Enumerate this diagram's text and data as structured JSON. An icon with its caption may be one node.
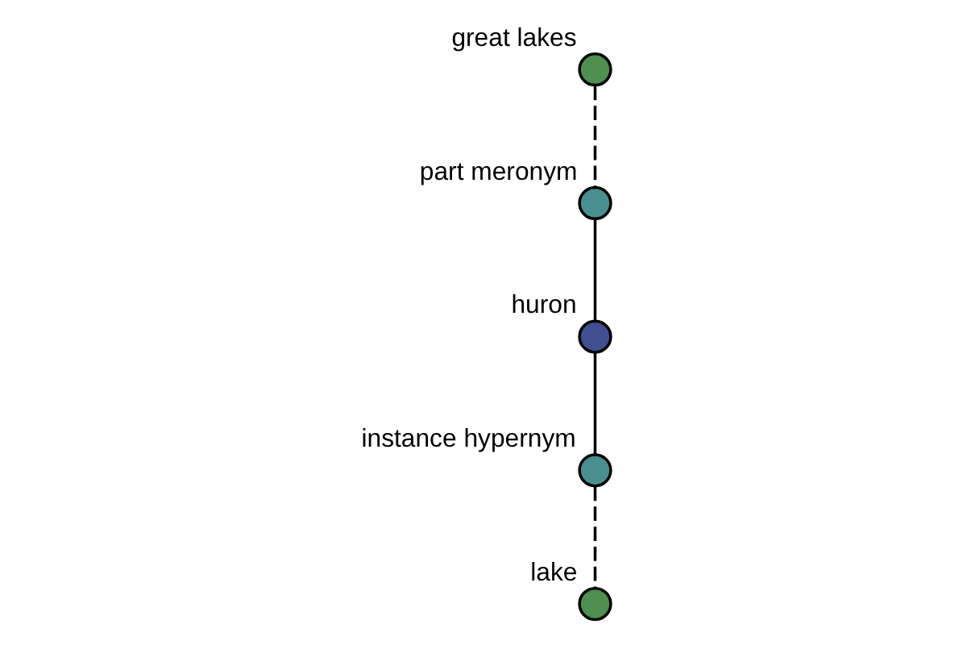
{
  "diagram": {
    "nodes": [
      {
        "text": [
          "great lakes"
        ]
      },
      {
        "text": [
          "part meronym"
        ]
      },
      {
        "text": [
          "huron"
        ]
      },
      {
        "text": [
          "instance hypernym"
        ]
      },
      {
        "text": [
          "lake"
        ]
      }
    ],
    "edges": [
      {
        "from": 0,
        "to": 1,
        "arrow": "none",
        "style": "dashed"
      },
      {
        "from": 1,
        "to": 2,
        "arrow": "none"
      },
      {
        "from": 2,
        "to": 3,
        "arrow": "none"
      },
      {
        "from": 3,
        "to": 4,
        "arrow": "none",
        "style": "dashed"
      }
    ]
  }
}
